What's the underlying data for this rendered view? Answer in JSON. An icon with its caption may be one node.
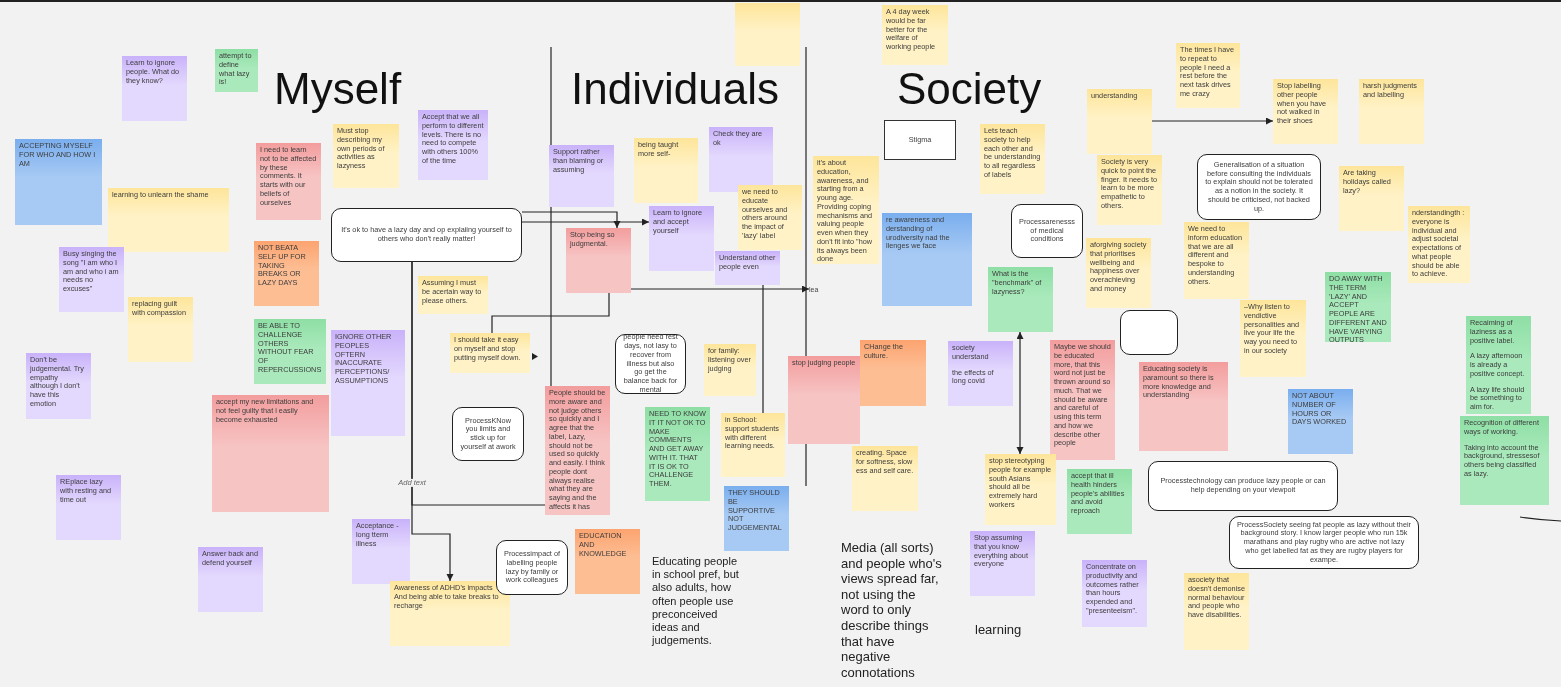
{
  "diagram": {
    "nodes": [
      {
        "text": [
          "Learn to ignore people. What do they know?"
        ]
      },
      {
        "text": [
          "attempt to define what lazy is!"
        ]
      },
      {
        "text": [
          "ACCEPTING MYSELF FOR WHO AND HOW I AM"
        ]
      },
      {
        "text": [
          "learning to unlearn the shame"
        ]
      },
      {
        "text": [
          "Busy singing the song \"I am who I am and who i am needs no excuses\""
        ]
      },
      {
        "text": [
          "replacing guilt with compassion"
        ]
      },
      {
        "text": [
          "Don't be judgemental. Try empathy although I don't have this emotion"
        ]
      },
      {
        "text": [
          "REplace lazy with resting and time out"
        ]
      },
      {
        "text": [
          "Answer back and defend yourself"
        ]
      },
      {
        "text": [
          "I need to learn not to be affected by these comments. It starts with our beliefs of ourselves"
        ]
      },
      {
        "text": [
          "Must stop describing my own periods of activities as lazyness"
        ]
      },
      {
        "text": [
          "Accept that we all perform to different levels. There is no need to compete with others 100% of the time"
        ]
      },
      {
        "text": [
          "NOT BEATA SELF UP FOR TAKING BREAKS OR LAZY DAYS"
        ]
      },
      {
        "text": [
          "BE ABLE TO CHALLENGE OTHERS WITHOUT FEAR OF REPERCUSSIONS"
        ]
      },
      {
        "text": [
          "accept my new limitations and not feel guilty that i easily become exhausted"
        ]
      },
      {
        "text": [
          "IGNORE OTHER PEOPLES OFTERN INACCURATE PERCEPTIONS/ ASSUMPTIONS"
        ]
      },
      {
        "text": [
          "Assuming I must be acertain way to please others."
        ]
      },
      {
        "text": [
          "I should take it easy on myself and stop putting myself down."
        ]
      },
      {
        "text": [
          "ProcessKNow you limits and stick up for yourself at awork"
        ]
      },
      {
        "text": [
          "Acceptance - long tterm illness"
        ]
      },
      {
        "text": [
          "Awareness of ADHD's impacts And being able to take breaks to recharge"
        ]
      },
      {
        "text": [
          "Processimpact of labelling people lazy by family or work colleagues"
        ]
      },
      {
        "text": [
          "It's ok to have a lazy day and op explaiing yourself to others who don't really matter!"
        ]
      },
      {
        "text": [
          "Support rather than blaming or assuming"
        ]
      },
      {
        "text": [
          "Stop being so judgmental."
        ]
      },
      {
        "text": [
          "being taught more self-"
        ]
      },
      {
        "text": [
          "Check they are ok"
        ]
      },
      {
        "text": [
          "Learn to ignore and accept yourself"
        ]
      },
      {
        "text": [
          "we need to educate ourselves and others around the impact of 'lazy' label"
        ]
      },
      {
        "text": [
          "Understand other people even"
        ]
      },
      {
        "text": [],
        "shape": "box"
      },
      {
        "text": [
          "people need rest days, not lasy to recover from illness but also go get the balance back for mental"
        ]
      },
      {
        "text": [
          "People should be more aware and not judge others so quickly and I agree that the label, Lazy, should not be used so quickly and easily. I think people dont always realise what they are saying and the affects it has"
        ]
      },
      {
        "text": [
          "for family: listening over judging"
        ]
      },
      {
        "text": [
          "NEED TO KNOW IT IT NOT OK TO MAKE COMMENTS AND GET AWAY WITH IT. THAT IT IS OK TO CHALLENGE THEM."
        ]
      },
      {
        "text": [
          "in School: support students with different learning needs."
        ]
      },
      {
        "text": [
          "THEY SHOULD BE SUPPORTIVE NOT JUDGEMENTAL"
        ]
      },
      {
        "text": [
          "EDUCATION AND KNOWLEDGE"
        ]
      },
      {
        "text": [
          "stop judging people"
        ]
      },
      {
        "text": [
          "A 4 day week would be far better for the welfare of working people"
        ]
      },
      {
        "text": [
          "Stigma"
        ]
      },
      {
        "text": [
          "it's about education, awareness, and starting from a young age. Providing coping mechanisms and valuing people even when they don't fit into \"how its always been done"
        ]
      },
      {
        "text": [
          "re awareness and derstanding of urodiversity nad the llenges we face"
        ]
      },
      {
        "text": [
          "CHange the culture."
        ]
      },
      {
        "text": [
          "creating. Space for softness, slow ess and self care."
        ]
      },
      {
        "text": [
          "Lets teach society to help each other and be understanding to all regardless of labels"
        ]
      },
      {
        "text": [
          "Processarenesss of medical conditions"
        ]
      },
      {
        "text": [],
        "shape": "box"
      },
      {
        "text": [
          "aforgiving society that prioritises wellbeing and happiness over overachieving and money"
        ]
      },
      {
        "text": [
          "What is the \"benchmark\" of lazyness?"
        ]
      },
      {
        "text": [
          "society understand",
          "the effects of long covid"
        ]
      },
      {
        "text": [
          "Maybe we should be educated more, that this word not just be thrown around so much. That we should be aware and careful of using this term and how we describe other people"
        ]
      },
      {
        "text": [
          "stop stereotyping people for example south Asians should all be extremely hard workers"
        ]
      },
      {
        "text": [
          "Stop assuming that you know everything about everyone"
        ]
      },
      {
        "text": [
          "accept that ill health hinders people's abilities and avoid reproach"
        ]
      },
      {
        "text": [
          "Concentrate on productivity and outcomes rather than hours expended and \"presenteeism\"."
        ]
      },
      {
        "text": [
          "understanding"
        ]
      },
      {
        "text": [
          "Society is very quick to point the finger. It needs to learn to be more empathetic to others."
        ]
      },
      {
        "text": [
          "The times I have to repeat to people I need a rest before the next task drives me crazy"
        ]
      },
      {
        "text": [
          "Generalisation of a situation before consulting the individuals to explain should not be tolerated as a notion in the society. It should be criticised, not backed up."
        ]
      },
      {
        "text": [
          "We need to inform education that we are all different and bespoke to understanding others."
        ]
      },
      {
        "text": [
          "–Why listen to vendictive personalities and live your life the way you need to in our society"
        ]
      },
      {
        "text": [
          "Educating society is paramount so there is more knowledge and understanding"
        ]
      },
      {
        "text": [
          "Processtechnology can produce lazy people or can help depending on your viewpoit"
        ]
      },
      {
        "text": [
          "ProcessSociety seeing fat people as lazy without their background story. I know larger people who run 15k marathans and play rugby who are active not lazy who get labelled fat as they are rugby players for exampe."
        ]
      },
      {
        "text": [
          "asociety that doesn't demonise normal behaviour and people who have disabilities."
        ]
      },
      {
        "text": [
          "Stop labelling other people when you have not walked in their shoes"
        ]
      },
      {
        "text": [
          "harsh judgments and labelling"
        ]
      },
      {
        "text": [
          "Are taking holidays called lazy?"
        ]
      },
      {
        "text": [
          "nderstandingth : everyone is individual and adjust societal expectations of what people should be able to achieve."
        ]
      },
      {
        "text": [
          "DO AWAY WITH THE TERM 'LAZY' AND ACCEPT PEOPLE ARE DIFFERENT AND HAVE VARYING OUTPUTS"
        ]
      },
      {
        "text": [
          "NOT ABOUT NUMBER OF HOURS OR DAYS WORKED"
        ]
      },
      {
        "text": [
          "Recaiming of laziness as a positive label.",
          "A lazy afternoon is already a positive concept.",
          "A lazy life should be something to aim for."
        ]
      },
      {
        "text": [
          "Recognition of different ways of working.",
          "Taking into account the background, stressesof others being classified as lazy."
        ]
      },
      {
        "text": [
          "lea"
        ]
      }
    ],
    "edges": [
      {
        "from": 22,
        "to": 24,
        "arrow": "to"
      },
      {
        "from": 22,
        "to": 27,
        "arrow": "to"
      },
      {
        "from": 24,
        "to": 74,
        "arrow": "to"
      },
      {
        "from": 22,
        "to": 20,
        "arrow": "to",
        "label": "Add text"
      },
      {
        "from": 24,
        "to": 17,
        "arrow": "none"
      },
      {
        "from": 22,
        "to": 32,
        "arrow": "none"
      },
      {
        "from": 56,
        "to": 66,
        "arrow": "to"
      },
      {
        "from": 29,
        "to": 35,
        "arrow": "none"
      },
      {
        "from": 49,
        "to": 52,
        "arrow": "both"
      }
    ],
    "labels": [
      "Myself",
      "Individuals",
      "Society",
      "Educating people in school pref, but also adults, how often people use preconceived ideas and judgements.",
      "Media (all sorts) and people who's views spread far, not using the word to only describe things that have negative connotations",
      "learning"
    ]
  }
}
